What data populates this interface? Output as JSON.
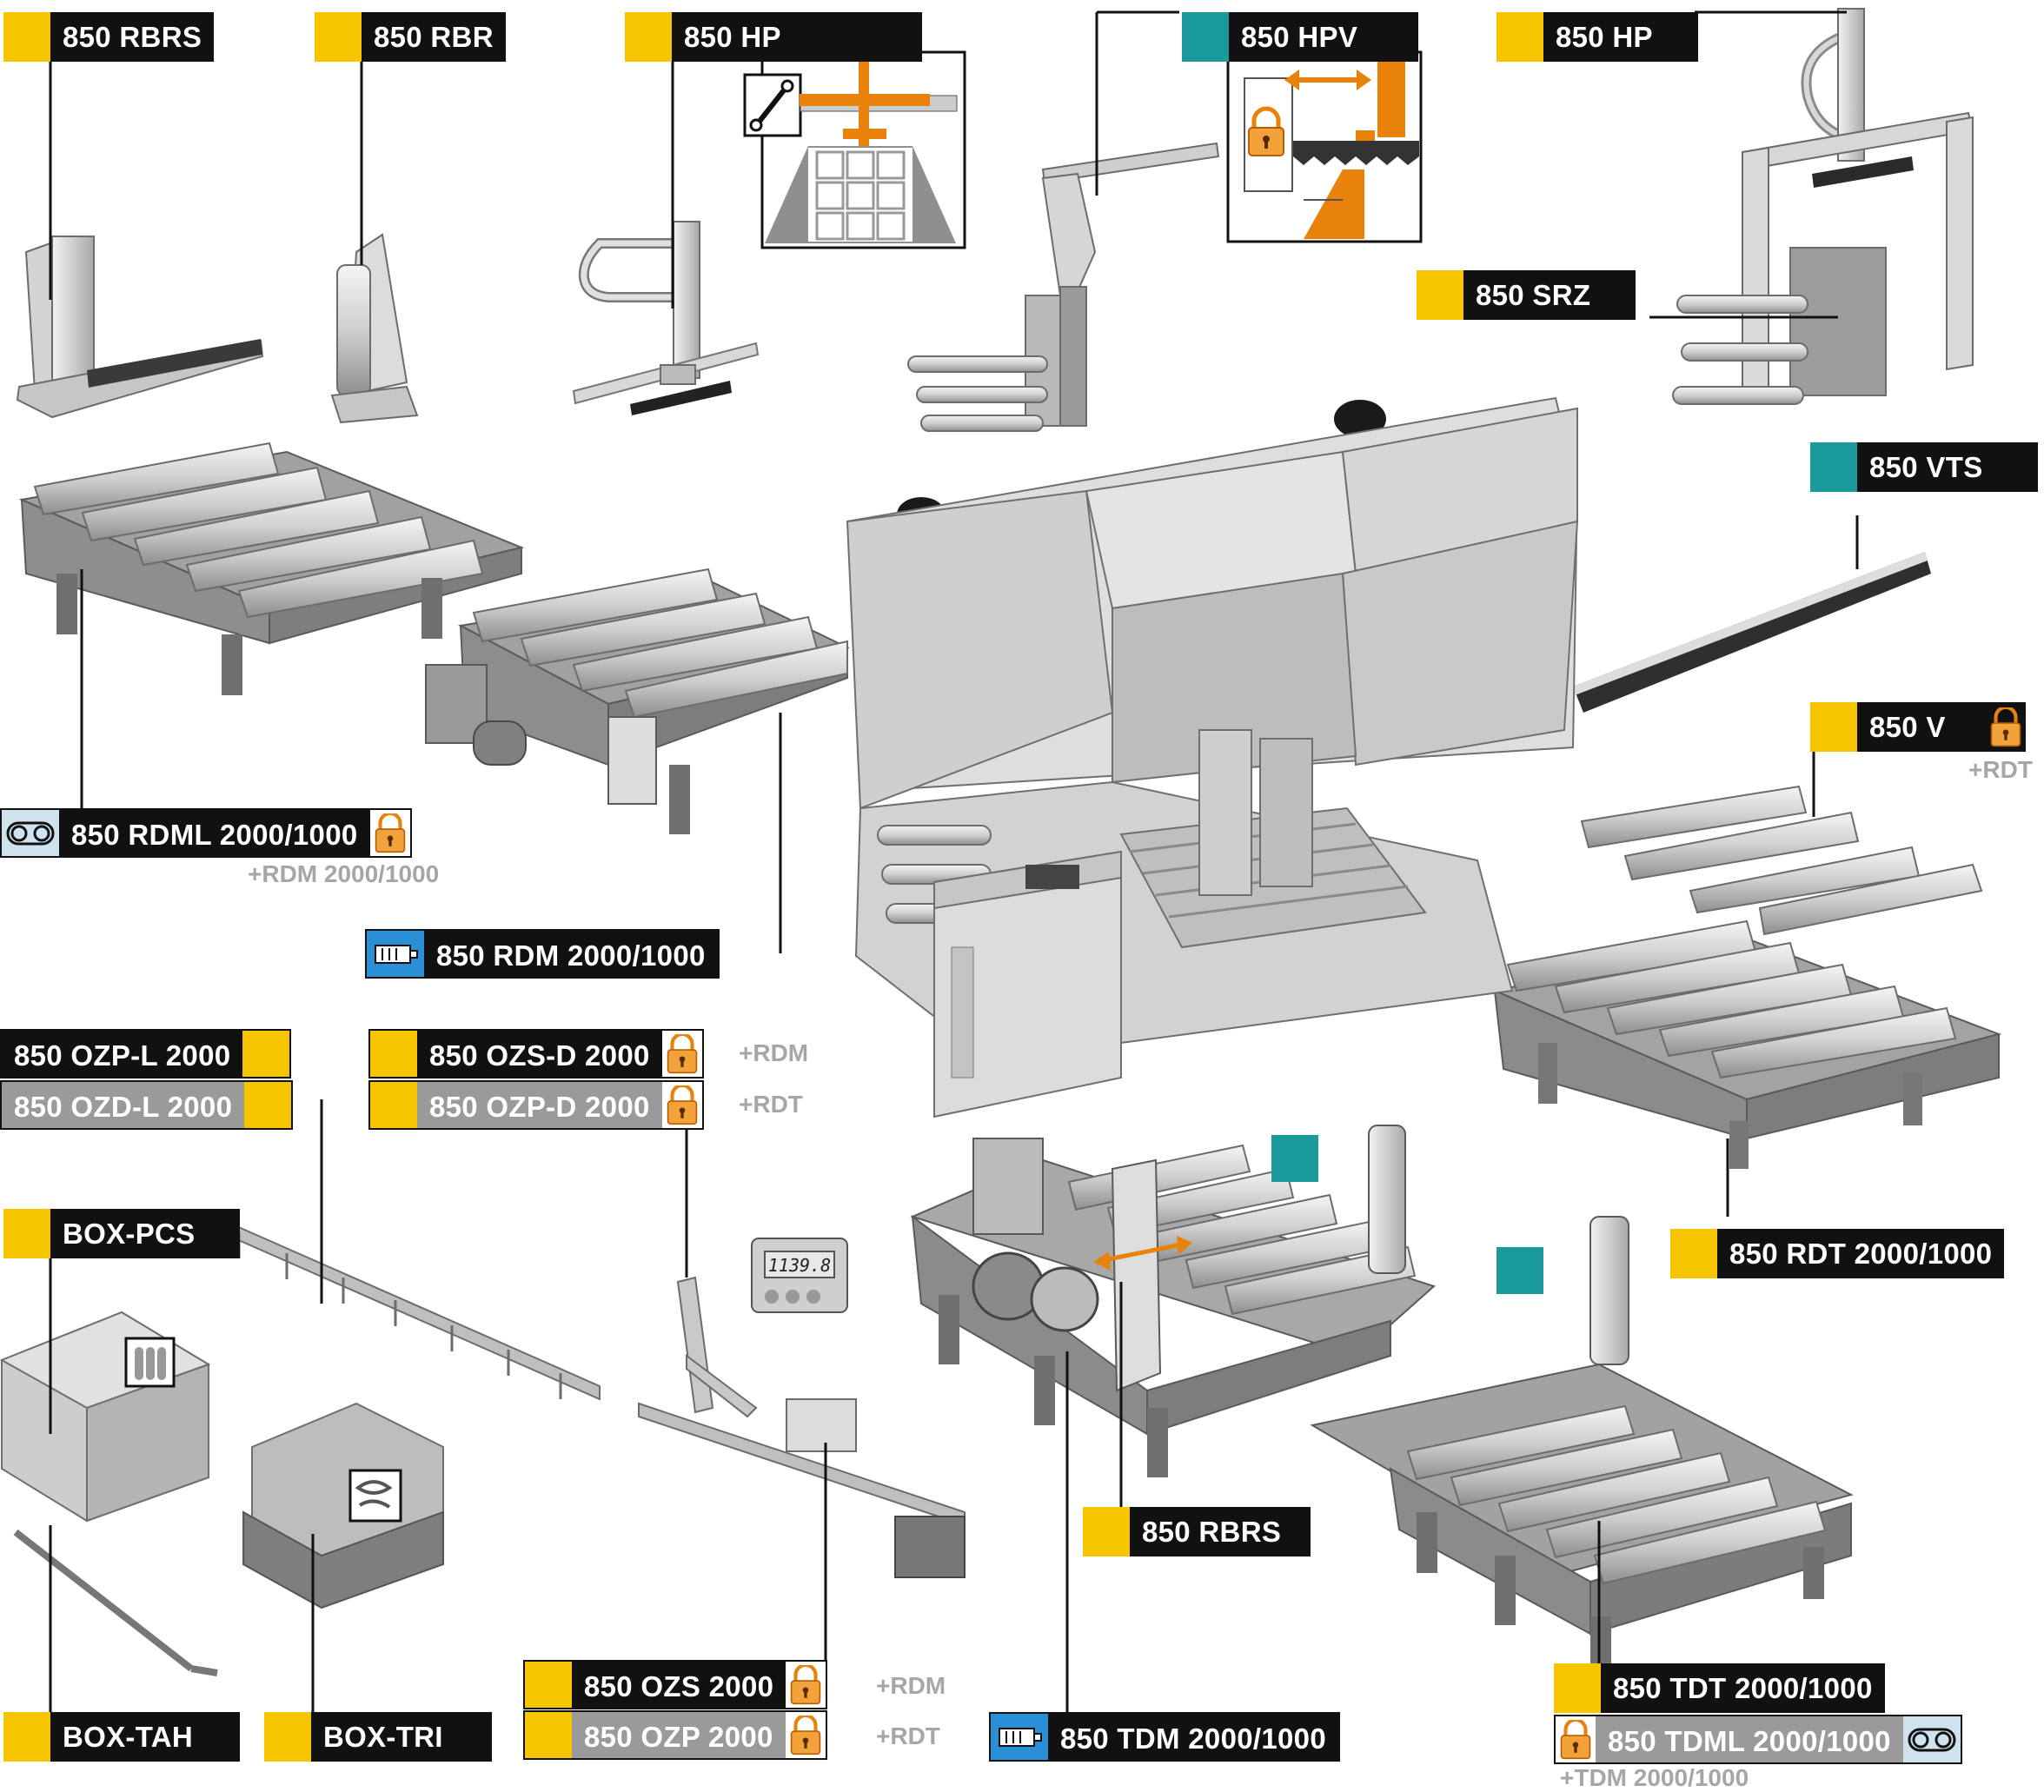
{
  "labels": {
    "rbrs_top": "850 RBRS",
    "rbr": "850 RBR",
    "hp_1": "850 HP",
    "hpv": "850 HPV",
    "hp_2": "850 HP",
    "srz": "850 SRZ",
    "vts": "850 VTS",
    "v": "850 V",
    "v_note": "+RDT",
    "rdml": "850 RDML 2000/1000",
    "rdml_note": "+RDM 2000/1000",
    "rdm": "850 RDM 2000/1000",
    "ozp_l": "850 OZP-L 2000",
    "ozd_l": "850 OZD-L 2000",
    "ozs_d": "850 OZS-D 2000",
    "ozs_d_note": "+RDM",
    "ozp_d": "850 OZP-D 2000",
    "ozp_d_note": "+RDT",
    "box_pcs": "BOX-PCS",
    "rdt": "850 RDT 2000/1000",
    "rbrs_bottom": "850 RBRS",
    "box_tah": "BOX-TAH",
    "box_tri": "BOX-TRI",
    "ozs": "850 OZS 2000",
    "ozs_note": "+RDM",
    "ozp": "850 OZP 2000",
    "ozp_note": "+RDT",
    "tdm": "850 TDM 2000/1000",
    "tdt": "850 TDT 2000/1000",
    "tdml": "850 TDML 2000/1000",
    "tdml_note": "+TDM 2000/1000"
  },
  "display_readout": "1139.8",
  "colors": {
    "yellow": "#f7c500",
    "teal": "#1a9a9a",
    "label_black": "#111111",
    "label_grey": "#9a9a9a",
    "accent_orange": "#e8820a",
    "note_grey": "#a6a6a6"
  },
  "icons": [
    "lock-icon",
    "motor-icon",
    "chain-drive-icon",
    "hydraulic-cylinder-icon",
    "double-arrow-icon",
    "bars-icon",
    "chips-icon"
  ]
}
